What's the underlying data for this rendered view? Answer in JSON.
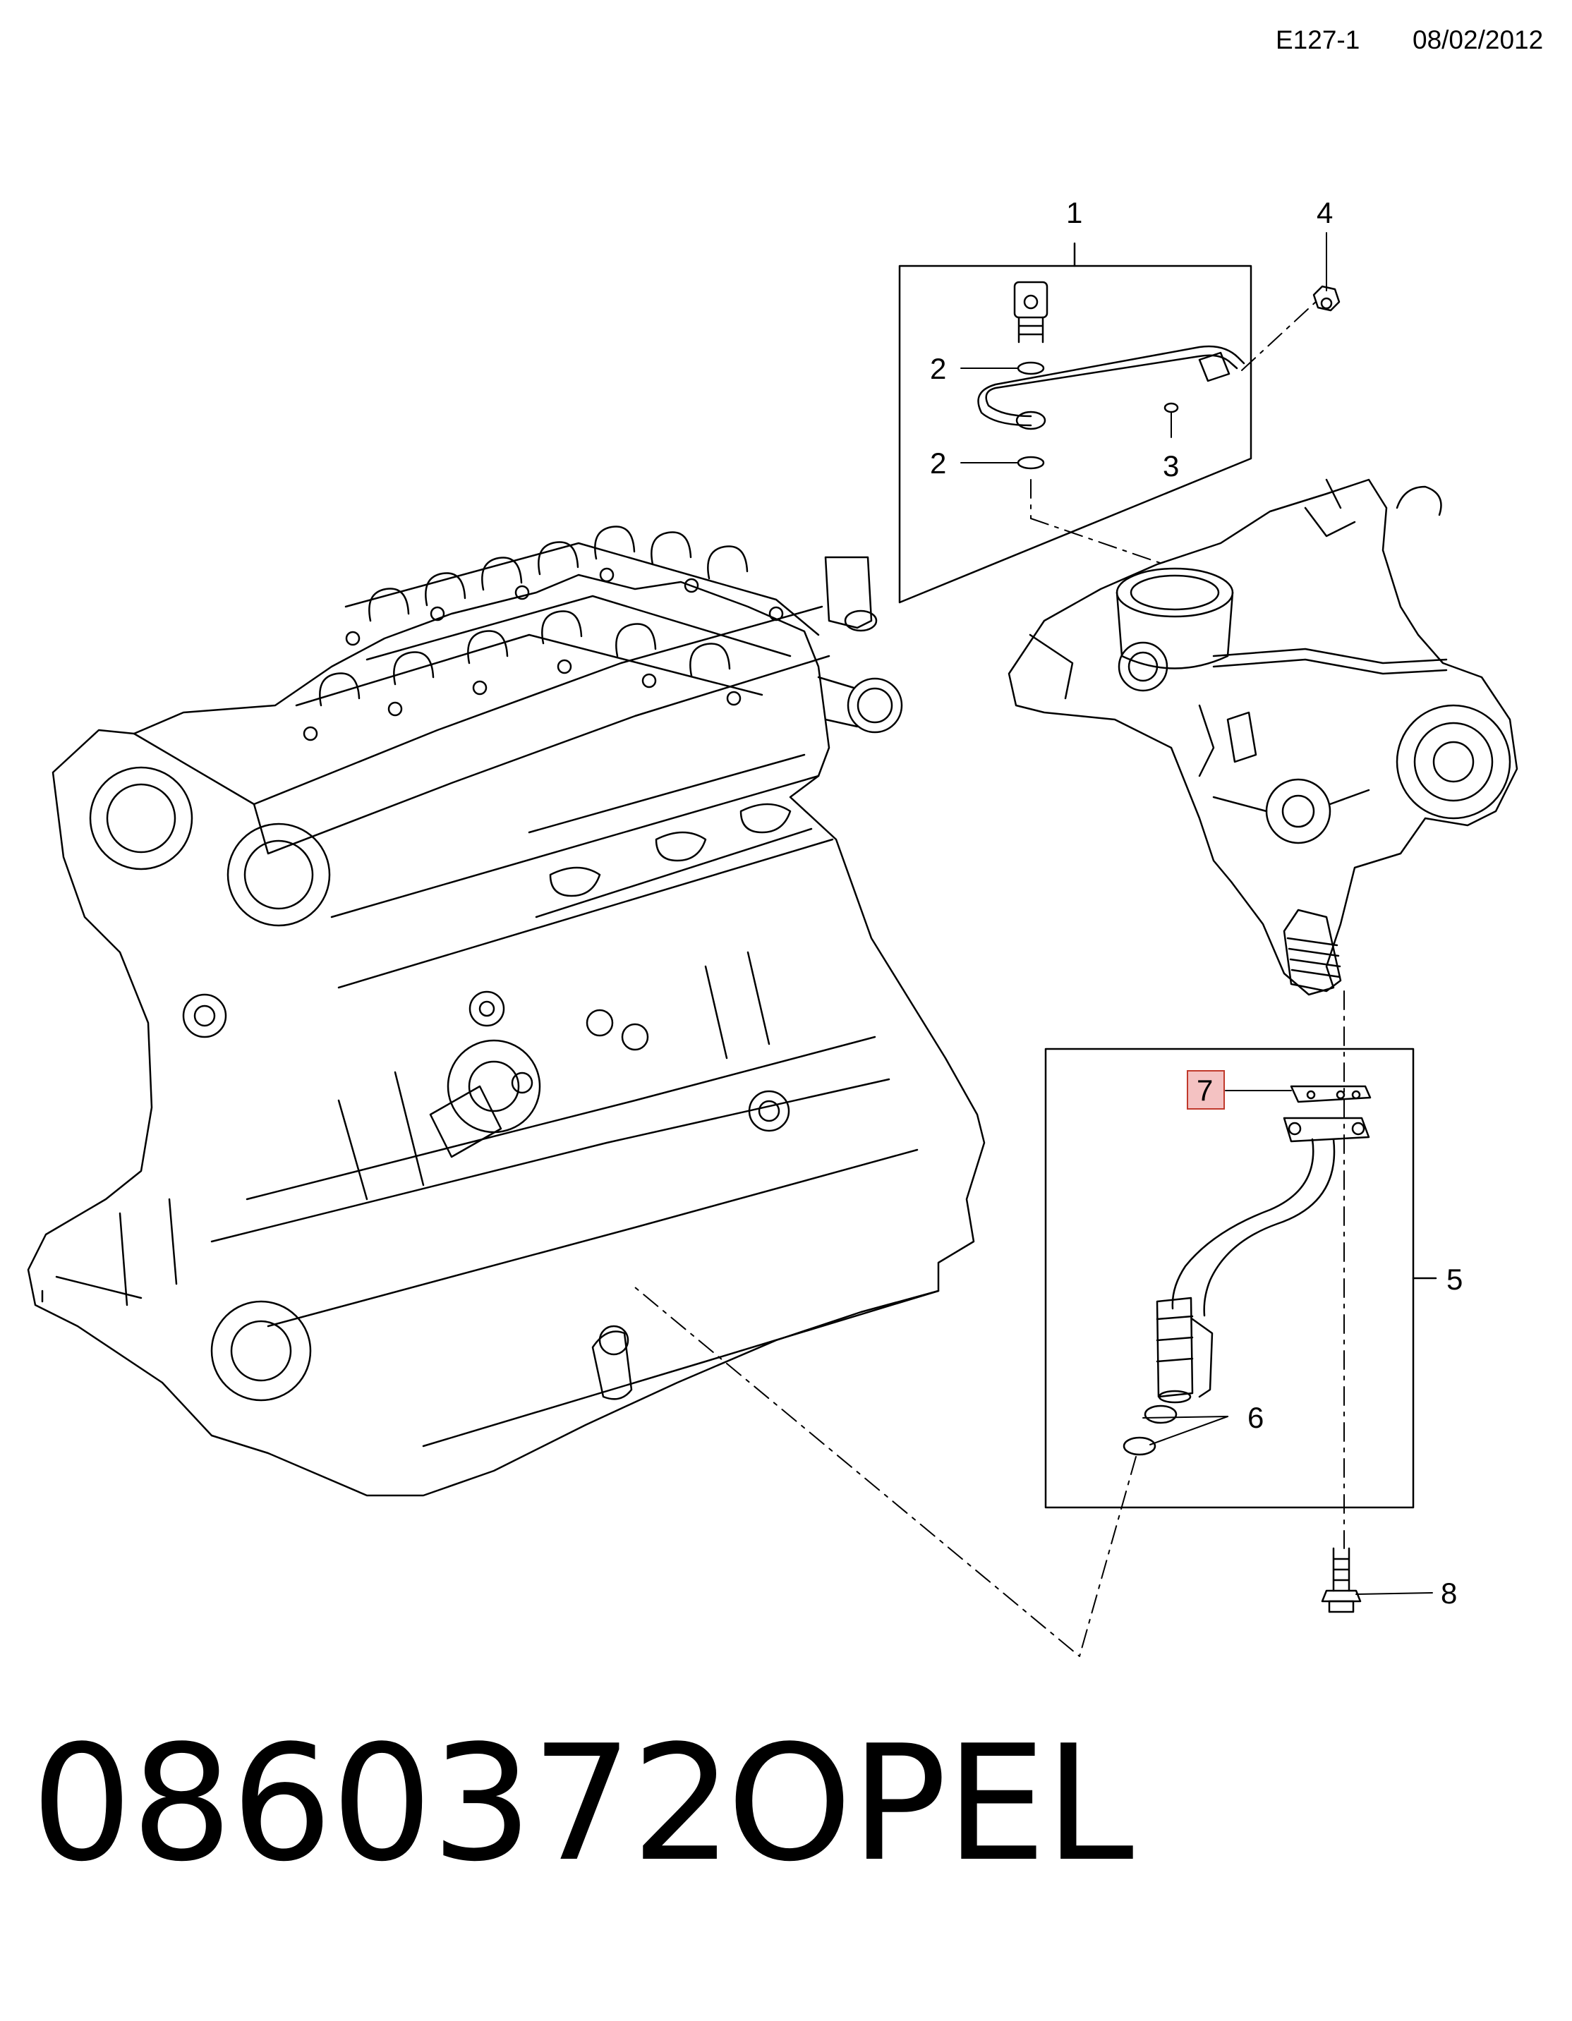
{
  "header": {
    "code": "E127-1",
    "date": "08/02/2012"
  },
  "callouts": {
    "c1": "1",
    "c2a": "2",
    "c2b": "2",
    "c3": "3",
    "c4": "4",
    "c5": "5",
    "c6": "6",
    "c7": "7",
    "c8": "8"
  },
  "highlight_color": "#f4c2c2",
  "footer": {
    "part_number": "0860372",
    "brand": "OPEL"
  }
}
